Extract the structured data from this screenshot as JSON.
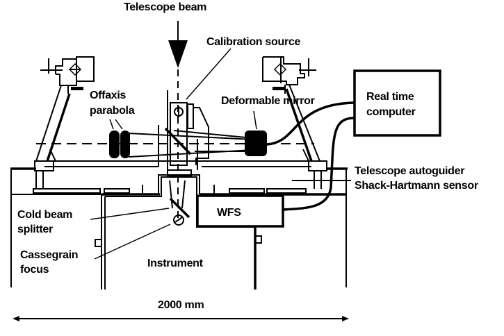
{
  "diagram": {
    "title": "Adaptive optics system at Cassegrain focus",
    "labels": {
      "telescope_beam": "Telescope beam",
      "calibration_source": "Calibration source",
      "offaxis_line1": "Offaxis",
      "offaxis_line2": "parabola",
      "deformable_mirror": "Deformable mirror",
      "realtime_line1": "Real time",
      "realtime_line2": "computer",
      "autoguider_line1": "Telescope autoguider",
      "autoguider_line2": "Shack-Hartmann sensor",
      "wfs": "WFS",
      "cold_beam_line1": "Cold beam",
      "cold_beam_line2": "splitter",
      "cassegrain_line1": "Cassegrain",
      "cassegrain_line2": "focus",
      "instrument": "Instrument",
      "dimension": "2000 mm"
    },
    "colors": {
      "ink": "#000000",
      "background": "#ffffff"
    }
  }
}
